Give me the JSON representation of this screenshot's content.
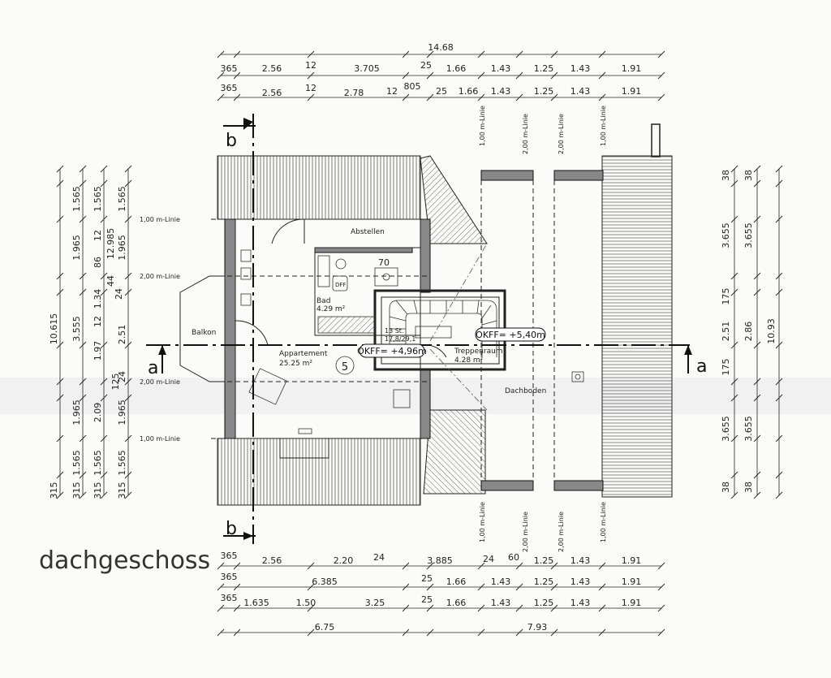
{
  "title": "dachgeschoss",
  "top_dims": {
    "overall": "14.68",
    "row1": [
      "365",
      "2.56",
      "12",
      "3.705",
      "25",
      "1.66",
      "1.43",
      "1.25",
      "1.43",
      "1.91"
    ],
    "row2": [
      "365",
      "2.56",
      "12",
      "2.78",
      "12",
      "805",
      "25",
      "1.66",
      "1.43",
      "1.25",
      "1.43",
      "1.91"
    ]
  },
  "bottom_dims": {
    "row1": [
      "365",
      "2.56",
      "2.20",
      "24",
      "3.885",
      "24",
      "60",
      "1.25",
      "1.43",
      "1.91"
    ],
    "row2": [
      "365",
      "6.385",
      "25",
      "1.66",
      "1.43",
      "1.25",
      "1.43",
      "1.91"
    ],
    "row3": [
      "365",
      "1.635",
      "1.50",
      "3.25",
      "25",
      "1.66",
      "1.43",
      "1.25",
      "1.43",
      "1.91"
    ],
    "row4": [
      "6.75",
      "7.93"
    ]
  },
  "left_dims": {
    "col1": [
      "10.615",
      "315"
    ],
    "col2": [
      "1.565",
      "1.965",
      "3.555",
      "1.965",
      "1.565",
      "315"
    ],
    "col3": [
      "1.565",
      "12",
      "86",
      "12",
      "1.34",
      "1.97",
      "2.09",
      "1.565",
      "315"
    ],
    "col4": [
      "1.565",
      "12.985",
      "44",
      "24",
      "2.51",
      "125",
      "24",
      "1.965",
      "1.565",
      "315"
    ],
    "col5": [
      "1.965"
    ]
  },
  "right_dims": {
    "col1": [
      "38",
      "3.655",
      "175",
      "2.51",
      "175",
      "3.655",
      "38"
    ],
    "col2": [
      "38",
      "3.655",
      "2.86",
      "3.655",
      "38"
    ],
    "col3": [
      "10.93"
    ]
  },
  "vertical_lines_top": [
    "1,00 m-Linie",
    "2,00 m-Linie",
    "2,00 m-Linie",
    "1,00 m-Linie"
  ],
  "vertical_lines_bottom": [
    "1,00 m-Linie",
    "2,00 m-Linie",
    "2,00 m-Linie",
    "1,00 m-Linie"
  ],
  "horizontal_lines": [
    "1,00 m-Linie",
    "2,00 m-Linie",
    "2,00 m-Linie",
    "1,00 m-Linie"
  ],
  "rooms": {
    "abstellen": "Abstellen",
    "bad": "Bad",
    "bad_area": "4.29 m²",
    "balkon": "Balkon",
    "appartement": "Appartement",
    "appartement_area": "25.25 m²",
    "treppenraum": "Treppenraum",
    "treppenraum_area": "4.28 m²",
    "dachboden": "Dachboden",
    "unit_number": "5",
    "dff": "DFF",
    "seventy": "70",
    "stair_info_1": "13 St.",
    "stair_info_2": "17,8/29,1"
  },
  "levels": {
    "okff1": "OKFF= +4,96m",
    "okff2": "OKFF= +5,40m"
  },
  "sections": {
    "a": "a",
    "b": "b"
  }
}
